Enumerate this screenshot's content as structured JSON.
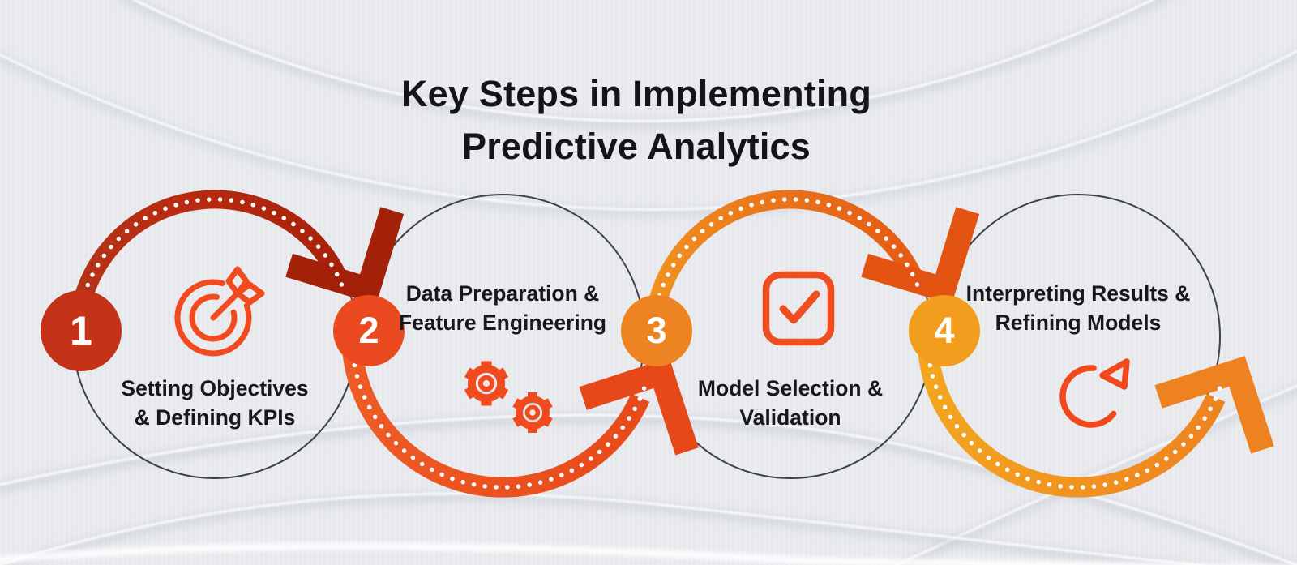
{
  "title": {
    "lines": [
      "Key Steps in Implementing",
      "Predictive Analytics"
    ]
  },
  "steps": [
    {
      "number": "1",
      "label_lines": [
        "Setting Objectives",
        "& Defining KPIs"
      ],
      "icon": "target-dart-icon",
      "badge_color": "#c43317",
      "arc_gradient": [
        "#b43418",
        "#a32009"
      ],
      "arc_position": "over-top"
    },
    {
      "number": "2",
      "label_lines": [
        "Data Preparation &",
        "Feature Engineering"
      ],
      "icon": "gears-icon",
      "badge_color": "#eb4a20",
      "arc_gradient": [
        "#ee5c26",
        "#e7481a"
      ],
      "arc_position": "under-bottom"
    },
    {
      "number": "3",
      "label_lines": [
        "Model Selection &",
        "Validation"
      ],
      "icon": "checkbox-check-icon",
      "badge_color": "#ee8421",
      "arc_gradient": [
        "#f09422",
        "#e35413"
      ],
      "arc_position": "over-top"
    },
    {
      "number": "4",
      "label_lines": [
        "Interpreting Results &",
        "Refining Models"
      ],
      "icon": "circular-refresh-icon",
      "badge_color": "#f29d1e",
      "arc_gradient": [
        "#f3a71f",
        "#ee8120"
      ],
      "arc_position": "under-bottom"
    }
  ],
  "colors": {
    "background": "#e9ebef",
    "circle_outline": "#3d4148",
    "icon_stroke": "#f14a1e",
    "dotted_line": "#ffffff",
    "text": "#17181c",
    "title_text": "#14151a"
  }
}
